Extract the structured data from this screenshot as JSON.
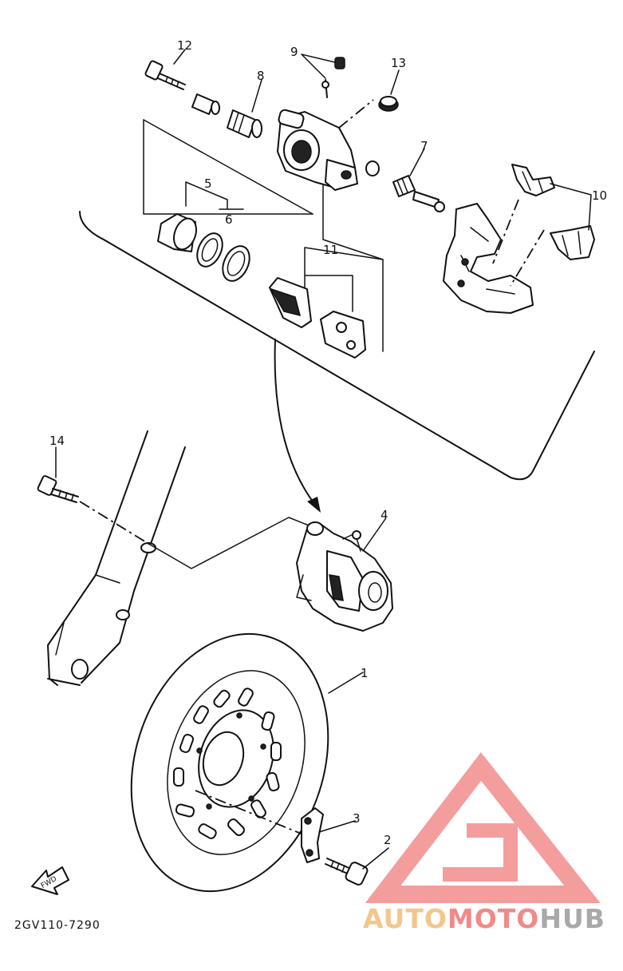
{
  "callouts": [
    "1",
    "2",
    "3",
    "4",
    "5",
    "6",
    "7",
    "8",
    "9",
    "10",
    "11",
    "12",
    "13",
    "14"
  ],
  "diagram_code": "2GV110-7290",
  "fwd_label": "FWD",
  "watermark": {
    "part1": "AUTO",
    "part2": "MOTO",
    "part3": "HUB",
    "colors": {
      "auto": "#f3c68c",
      "moto": "#f08a8a",
      "hub": "#a9a9a9",
      "logo": "#f28c8c"
    }
  }
}
